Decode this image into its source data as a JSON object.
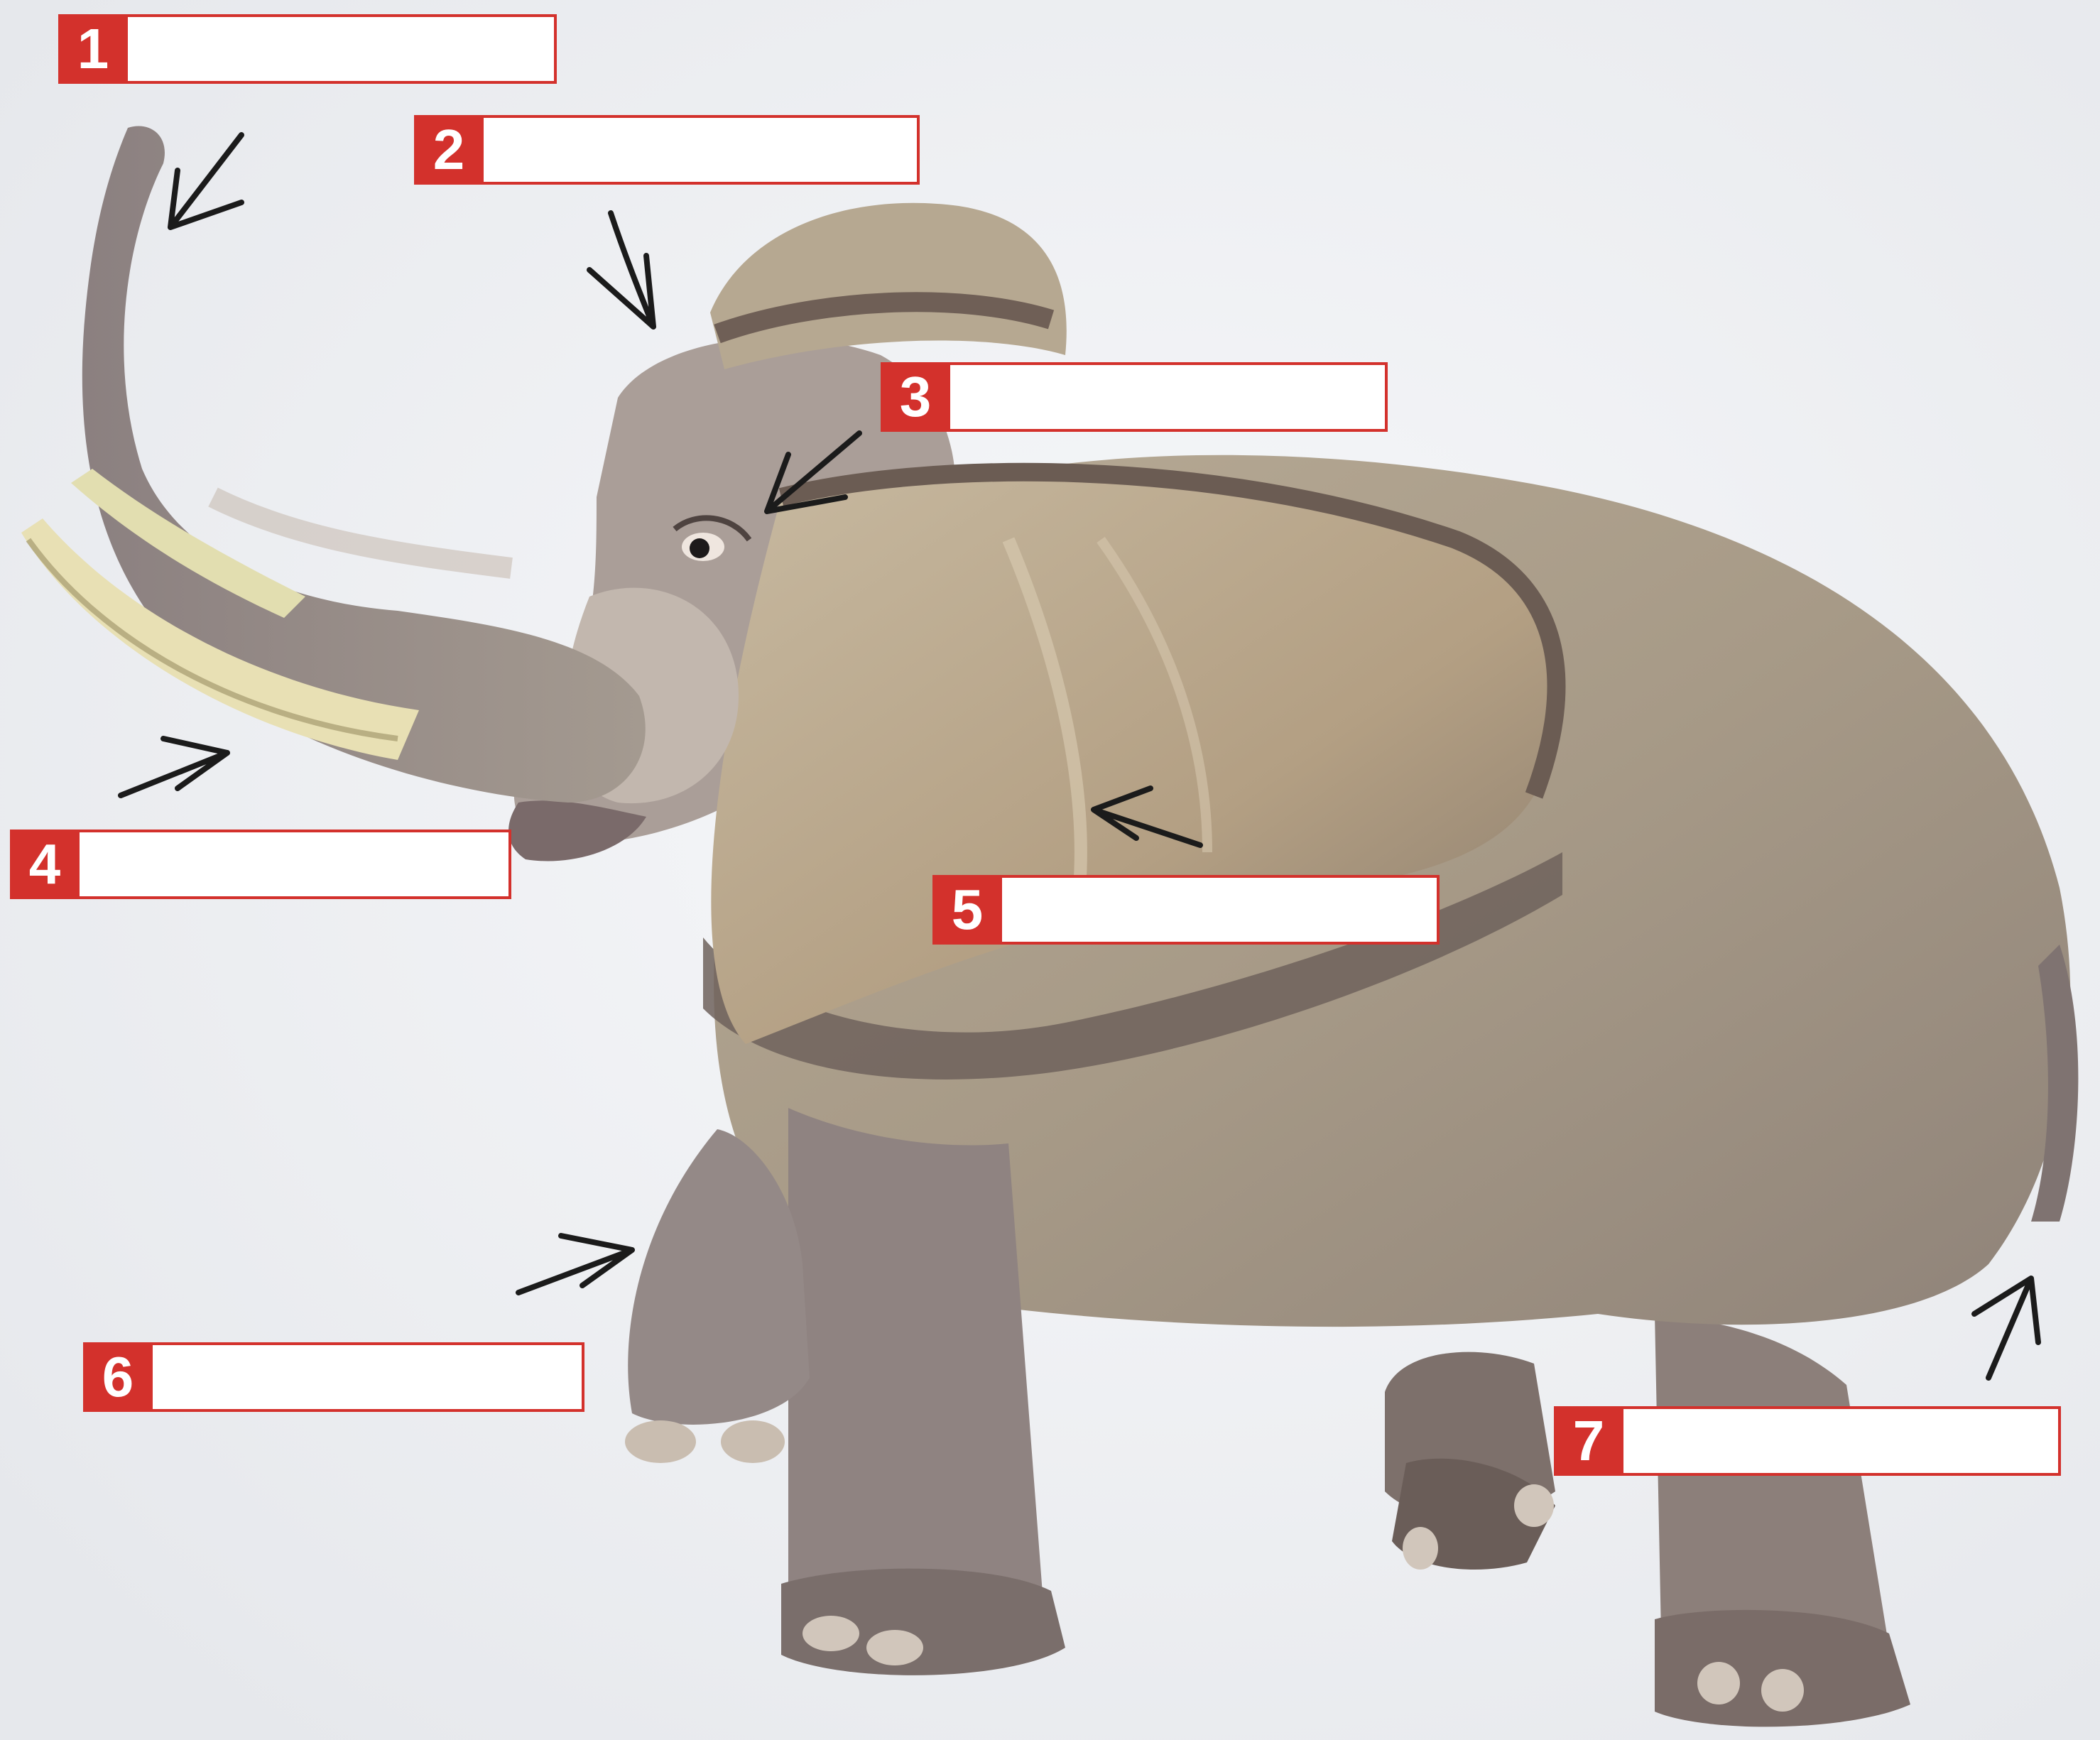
{
  "colors": {
    "label_red": "#d3312c",
    "background": "#f1f2f4",
    "elephant_body": "#a79a87"
  },
  "labels": [
    {
      "number": "1",
      "answer": ""
    },
    {
      "number": "2",
      "answer": ""
    },
    {
      "number": "3",
      "answer": ""
    },
    {
      "number": "4",
      "answer": ""
    },
    {
      "number": "5",
      "answer": ""
    },
    {
      "number": "6",
      "answer": ""
    },
    {
      "number": "7",
      "answer": ""
    }
  ]
}
